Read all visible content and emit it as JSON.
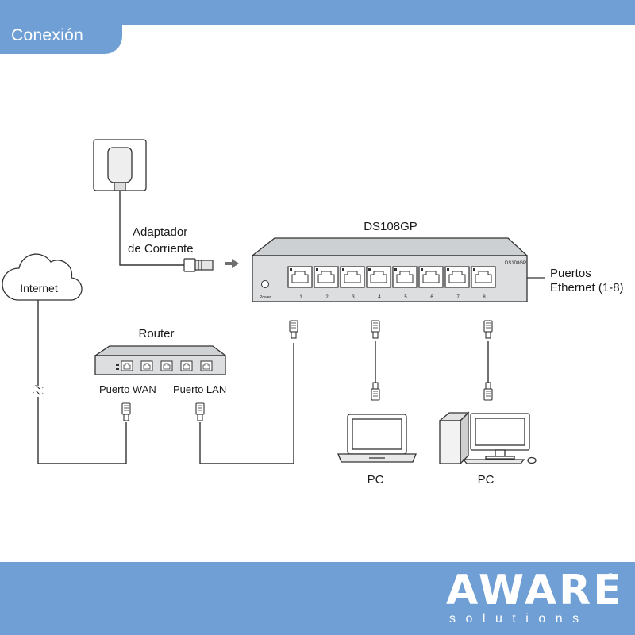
{
  "header": {
    "title": "Conexión"
  },
  "switch": {
    "model": "DS108GP",
    "model_small": "DS108GP",
    "power_label": "Power",
    "port_numbers": [
      "1",
      "2",
      "3",
      "4",
      "5",
      "6",
      "7",
      "8"
    ]
  },
  "labels": {
    "adapter_line1": "Adaptador",
    "adapter_line2": "de Corriente",
    "ports_line1": "Puertos",
    "ports_line2": "Ethernet (1-8)",
    "internet": "Internet",
    "router": "Router",
    "wan_port": "Puerto WAN",
    "lan_port": "Puerto LAN",
    "pc_laptop": "PC",
    "pc_desktop": "PC"
  },
  "footer": {
    "logo": "AWARE",
    "logo_mark": "®",
    "tagline": "solutions"
  },
  "colors": {
    "brand_band": "#6f9fd4",
    "switch_body": "#d6d8da",
    "line": "#333333"
  },
  "icons": [
    "wall-adapter-icon",
    "cloud-icon",
    "router-icon",
    "switch-icon",
    "laptop-icon",
    "desktop-pc-icon",
    "rj45-connector-icon",
    "power-plug-icon"
  ]
}
